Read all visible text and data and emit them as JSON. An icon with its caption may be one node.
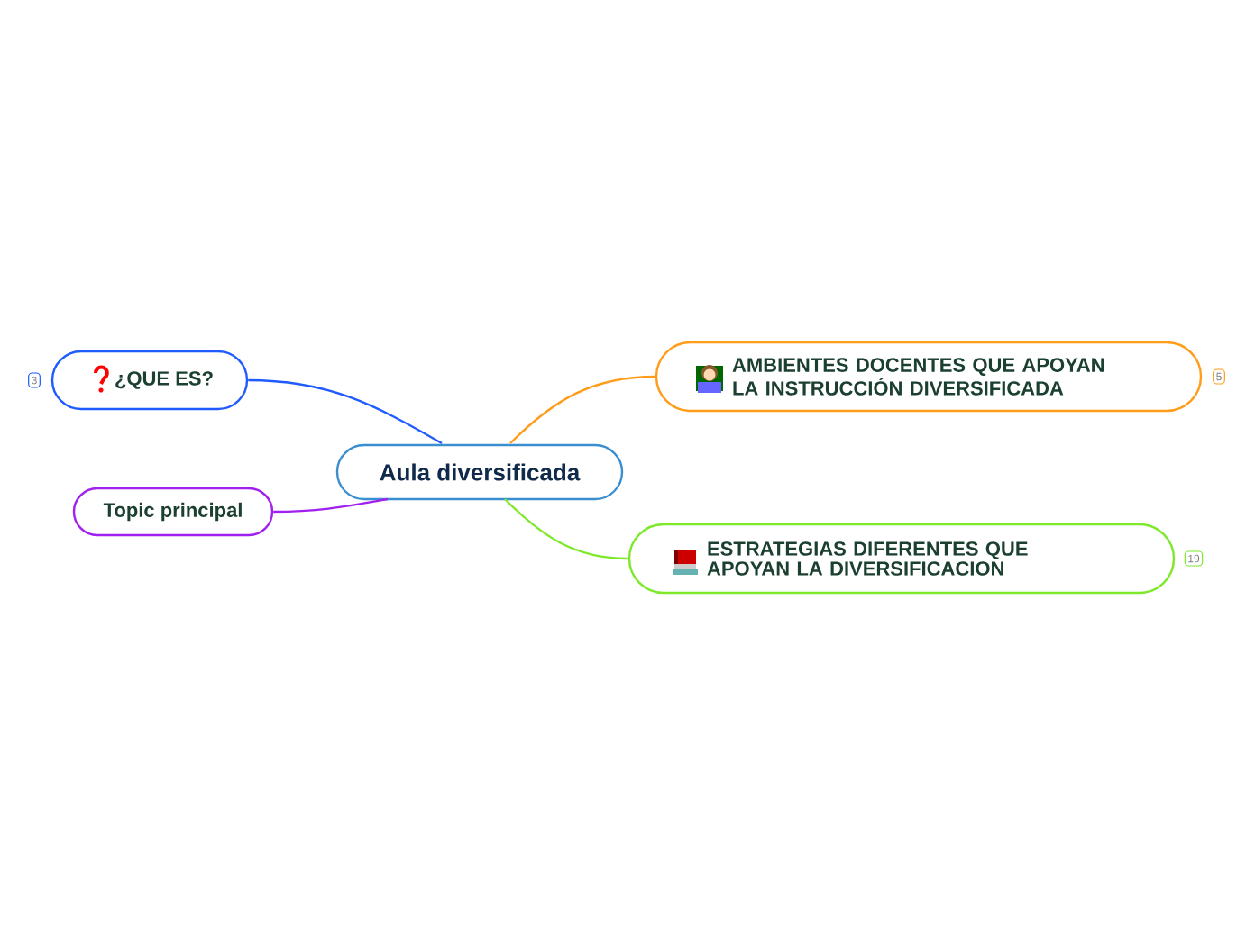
{
  "diagram": {
    "nodes": [
      {
        "text": [
          "Aula diversificada"
        ]
      },
      {
        "text": [
          "¿QUE ES?"
        ],
        "beside": [
          "3"
        ]
      },
      {
        "text": [
          "Topic principal"
        ]
      },
      {
        "text": [
          "AMBIENTES DOCENTES QUE APOYAN LA INSTRUCCIÓN DIVERSIFICADA"
        ],
        "beside": [
          "5"
        ]
      },
      {
        "text": [
          "ESTRATEGIAS DIFERENTES QUE APOYAN LA DIVERSIFICACION"
        ],
        "beside": [
          "19"
        ]
      }
    ],
    "edges": [
      {
        "from": 0,
        "to": 1,
        "arrow": "none",
        "color": "#1f5bff"
      },
      {
        "from": 0,
        "to": 2,
        "arrow": "none",
        "color": "#a020f0"
      },
      {
        "from": 0,
        "to": 3,
        "arrow": "none",
        "color": "#ff9c1a"
      },
      {
        "from": 0,
        "to": 4,
        "arrow": "none",
        "color": "#7ee82a"
      }
    ]
  }
}
